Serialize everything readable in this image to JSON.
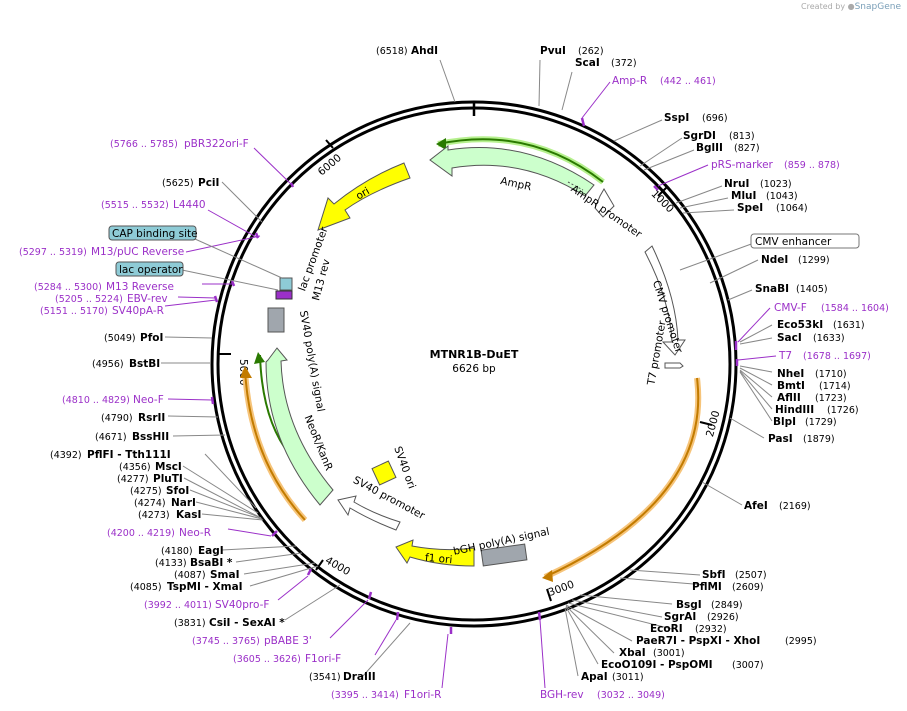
{
  "credit": {
    "prefix": "Created by",
    "brand": "SnapGene"
  },
  "map": {
    "name": "MTNR1B-DuET",
    "size": "6626 bp",
    "ticks": [
      "1000",
      "2000",
      "3000",
      "4000",
      "5000",
      "6000"
    ]
  },
  "features": {
    "ampr": "AmpR",
    "ampr_promoter": "AmpR promoter",
    "cmv_promoter": "CMV promoter",
    "t7_promoter": "T7 promoter",
    "ori": "ori",
    "lac_promoter": "lac promoter",
    "m13_rev": "M13 rev",
    "sv40_polya": "SV40 poly(A) signal",
    "neor": "NeoR/KanR",
    "sv40_ori": "SV40 ori",
    "sv40_promoter": "SV40 promoter",
    "f1_ori": "f1 ori",
    "bgh_polya": "bGH poly(A) signal"
  },
  "boxed_labels": {
    "cmv_enhancer": "CMV enhancer",
    "cap": "CAP binding site",
    "lac_operator": "lac operator"
  },
  "enzymes": [
    {
      "name": "AhdI",
      "pos": "(6518)"
    },
    {
      "name": "PvuI",
      "pos": "(262)"
    },
    {
      "name": "ScaI",
      "pos": "(372)"
    },
    {
      "name": "SspI",
      "pos": "(696)"
    },
    {
      "name": "SgrDI",
      "pos": "(813)"
    },
    {
      "name": "BglII",
      "pos": "(827)"
    },
    {
      "name": "NruI",
      "pos": "(1023)"
    },
    {
      "name": "MluI",
      "pos": "(1043)"
    },
    {
      "name": "SpeI",
      "pos": "(1064)"
    },
    {
      "name": "NdeI",
      "pos": "(1299)"
    },
    {
      "name": "SnaBI",
      "pos": "(1405)"
    },
    {
      "name": "Eco53kI",
      "pos": "(1631)"
    },
    {
      "name": "SacI",
      "pos": "(1633)"
    },
    {
      "name": "NheI",
      "pos": "(1710)"
    },
    {
      "name": "BmtI",
      "pos": "(1714)"
    },
    {
      "name": "AflII",
      "pos": "(1723)"
    },
    {
      "name": "HindIII",
      "pos": "(1726)"
    },
    {
      "name": "BlpI",
      "pos": "(1729)"
    },
    {
      "name": "PasI",
      "pos": "(1879)"
    },
    {
      "name": "AfeI",
      "pos": "(2169)"
    },
    {
      "name": "SbfI",
      "pos": "(2507)"
    },
    {
      "name": "PflMI",
      "pos": "(2609)"
    },
    {
      "name": "BsgI",
      "pos": "(2849)"
    },
    {
      "name": "SgrAI",
      "pos": "(2926)"
    },
    {
      "name": "EcoRI",
      "pos": "(2932)"
    },
    {
      "name": "PaeR7I - PspXI - XhoI",
      "pos": "(2995)"
    },
    {
      "name": "XbaI",
      "pos": "(3001)"
    },
    {
      "name": "EcoO109I - PspOMI",
      "pos": "(3007)"
    },
    {
      "name": "ApaI",
      "pos": "(3011)"
    },
    {
      "name": "DraIII",
      "pos": "(3541)"
    },
    {
      "name": "CsiI - SexAI *",
      "pos": "(3831)"
    },
    {
      "name": "TspMI - XmaI",
      "pos": "(4085)"
    },
    {
      "name": "SmaI",
      "pos": "(4087)"
    },
    {
      "name": "BsaBI *",
      "pos": "(4133)"
    },
    {
      "name": "EagI",
      "pos": "(4180)"
    },
    {
      "name": "KasI",
      "pos": "(4273)"
    },
    {
      "name": "NarI",
      "pos": "(4274)"
    },
    {
      "name": "SfoI",
      "pos": "(4275)"
    },
    {
      "name": "PluTI",
      "pos": "(4277)"
    },
    {
      "name": "MscI",
      "pos": "(4356)"
    },
    {
      "name": "PflFI - Tth111I",
      "pos": "(4392)"
    },
    {
      "name": "BssHII",
      "pos": "(4671)"
    },
    {
      "name": "RsrII",
      "pos": "(4790)"
    },
    {
      "name": "BstBI",
      "pos": "(4956)"
    },
    {
      "name": "PfoI",
      "pos": "(5049)"
    },
    {
      "name": "PciI",
      "pos": "(5625)"
    }
  ],
  "primers": [
    {
      "name": "Amp-R",
      "range": "(442 .. 461)"
    },
    {
      "name": "pRS-marker",
      "range": "(859 .. 878)"
    },
    {
      "name": "CMV-F",
      "range": "(1584 .. 1604)"
    },
    {
      "name": "T7",
      "range": "(1678 .. 1697)"
    },
    {
      "name": "BGH-rev",
      "range": "(3032 .. 3049)"
    },
    {
      "name": "F1ori-R",
      "range": "(3395 .. 3414)"
    },
    {
      "name": "F1ori-F",
      "range": "(3605 .. 3626)"
    },
    {
      "name": "pBABE 3'",
      "range": "(3745 .. 3765)"
    },
    {
      "name": "SV40pro-F",
      "range": "(3992 .. 4011)"
    },
    {
      "name": "Neo-R",
      "range": "(4200 .. 4219)"
    },
    {
      "name": "Neo-F",
      "range": "(4810 .. 4829)"
    },
    {
      "name": "SV40pA-R",
      "range": "(5151 .. 5170)"
    },
    {
      "name": "EBV-rev",
      "range": "(5205 .. 5224)"
    },
    {
      "name": "M13 Reverse",
      "range": "(5284 .. 5300)"
    },
    {
      "name": "M13/pUC Reverse",
      "range": "(5297 .. 5319)"
    },
    {
      "name": "L4440",
      "range": "(5515 .. 5532)"
    },
    {
      "name": "pBR322ori-F",
      "range": "(5766 .. 5785)"
    }
  ],
  "colors": {
    "backbone": "#000000",
    "ampr_fill": "#ccffcc",
    "ori_fill": "#ffff00",
    "primer": "#9b30c8",
    "boxed_fill": "#8ecbd6",
    "orf_highlight": "#f6c47a",
    "orf_line": "#c27b00"
  }
}
